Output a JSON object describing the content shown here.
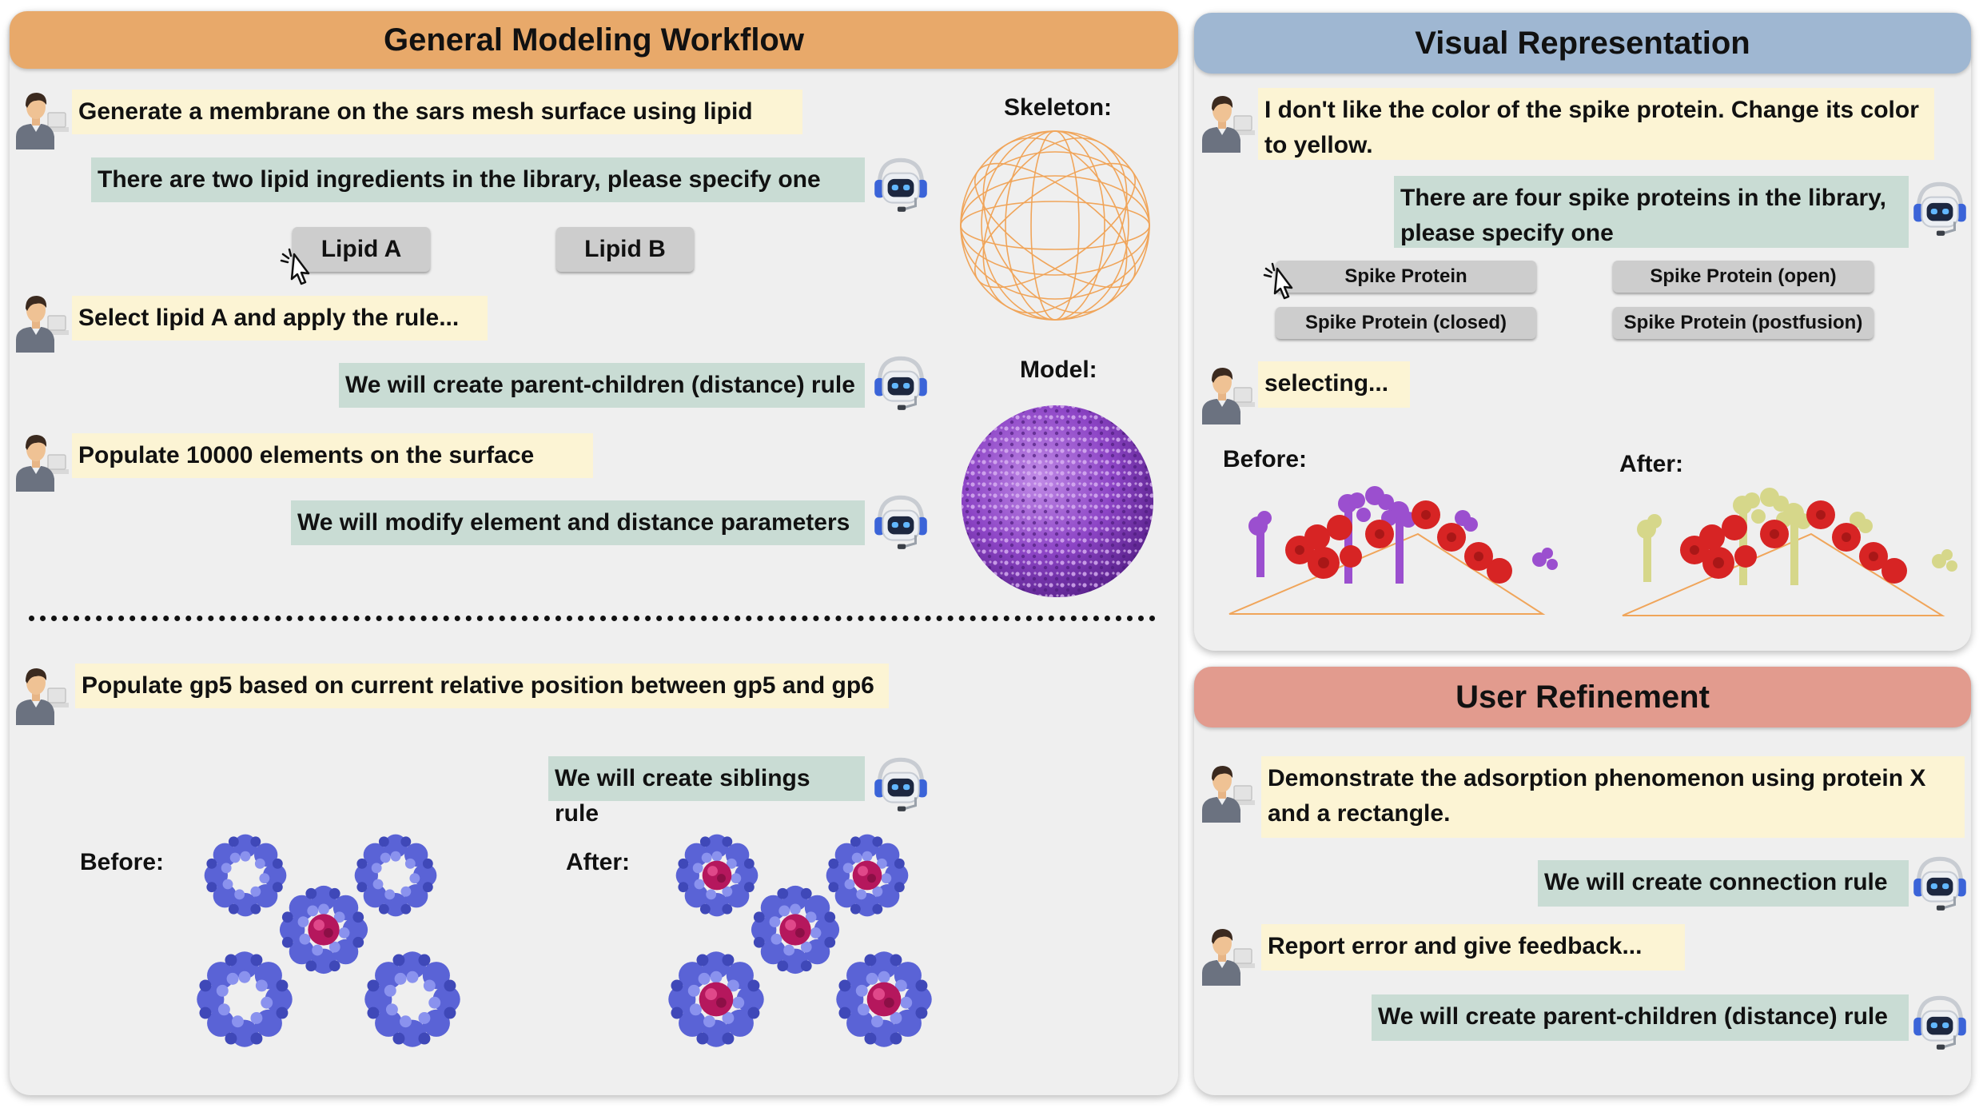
{
  "colors": {
    "workflow_header": "#e8a96a",
    "visual_header": "#9fb7d2",
    "refinement_header": "#e29b8e",
    "user_bubble": "#fcf4d4",
    "bot_bubble": "#c9dcd4",
    "panel_bg": "#efefef"
  },
  "workflow": {
    "title": "General Modeling Workflow",
    "msg1": "Generate a membrane on the sars mesh surface using lipid",
    "bot1": "There are two lipid ingredients in the library, please specify one",
    "option_a": "Lipid A",
    "option_b": "Lipid B",
    "msg2": "Select lipid A and apply the rule...",
    "bot2": "We will create parent-children (distance) rule",
    "msg3": "Populate 10000 elements on the surface",
    "bot3": "We will modify element and distance parameters",
    "skeleton_label": "Skeleton:",
    "model_label": "Model:",
    "msg4": "Populate gp5 based on current relative position between gp5 and gp6",
    "bot4": "We will create siblings rule",
    "before_label": "Before:",
    "after_label": "After:"
  },
  "visual": {
    "title": "Visual Representation",
    "msg1": "I don't like the color of the spike protein. Change its color to yellow.",
    "bot1": "There are four spike proteins in the library, please specify one",
    "options": [
      "Spike Protein",
      "Spike Protein (open)",
      "Spike Protein (closed)",
      "Spike Protein (postfusion)"
    ],
    "msg2": "selecting...",
    "before_label": "Before:",
    "after_label": "After:"
  },
  "refinement": {
    "title": "User Refinement",
    "msg1": "Demonstrate the adsorption phenomenon using protein X and a rectangle.",
    "bot1": "We will create connection rule",
    "msg2": "Report error and give feedback...",
    "bot2": "We will create parent-children (distance) rule"
  }
}
